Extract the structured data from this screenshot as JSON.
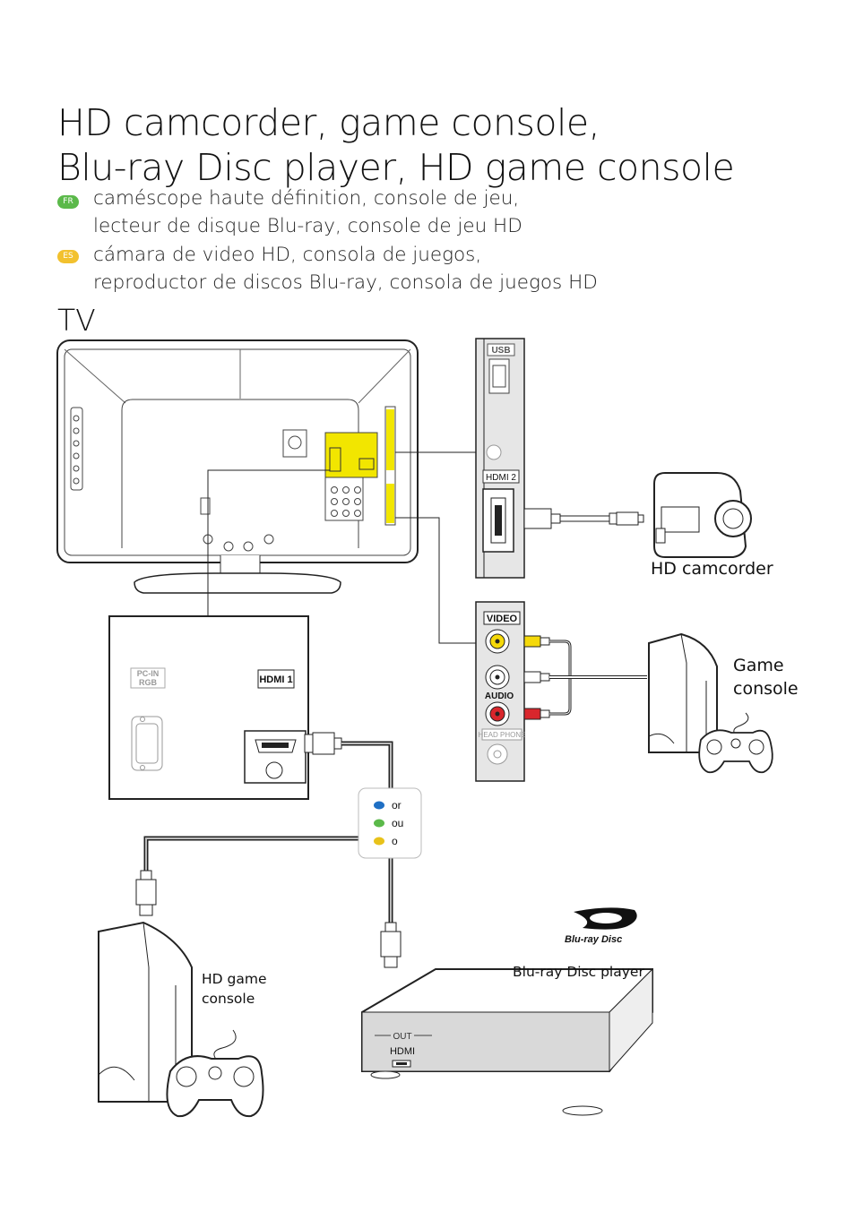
{
  "heading": {
    "line1": "HD camcorder, game console,",
    "line2": "Blu-ray Disc player, HD game console"
  },
  "translations": [
    {
      "code": "FR",
      "line1": "caméscope haute définition, console de jeu,",
      "line2": "lecteur de disque Blu-ray, console de jeu HD"
    },
    {
      "code": "ES",
      "line1": "cámara de video HD, consola de juegos,",
      "line2": "reproductor de discos Blu-ray, consola de juegos HD"
    }
  ],
  "section_label": "TV",
  "side_panel": {
    "usb": "USB",
    "hdmi2": "HDMI 2",
    "video": "VIDEO",
    "audio": "AUDIO",
    "headphone": "HEAD PHONE"
  },
  "back_panel": {
    "pc_in_line1": "PC-IN",
    "pc_in_line2": "RGB",
    "hdmi1": "HDMI 1"
  },
  "legend": {
    "items": [
      {
        "label": "or",
        "color": "#1f6fc4"
      },
      {
        "label": "ou",
        "color": "#5bb94a"
      },
      {
        "label": "o",
        "color": "#e8c21a"
      }
    ]
  },
  "devices": {
    "hd_camcorder": "HD camcorder",
    "game_console_line1": "Game",
    "game_console_line2": "console",
    "hd_game_console_line1": "HD game",
    "hd_game_console_line2": "console",
    "bluray_player": "Blu-ray Disc player",
    "bluray_logo_text": "Blu-ray Disc",
    "bluray_out": "OUT",
    "bluray_hdmi": "HDMI"
  },
  "colors": {
    "connector_yellow": "#f2e600",
    "rca_red": "#d9262c",
    "rca_yellow": "#f5d90a",
    "panel_gray": "#e6e6e6"
  }
}
